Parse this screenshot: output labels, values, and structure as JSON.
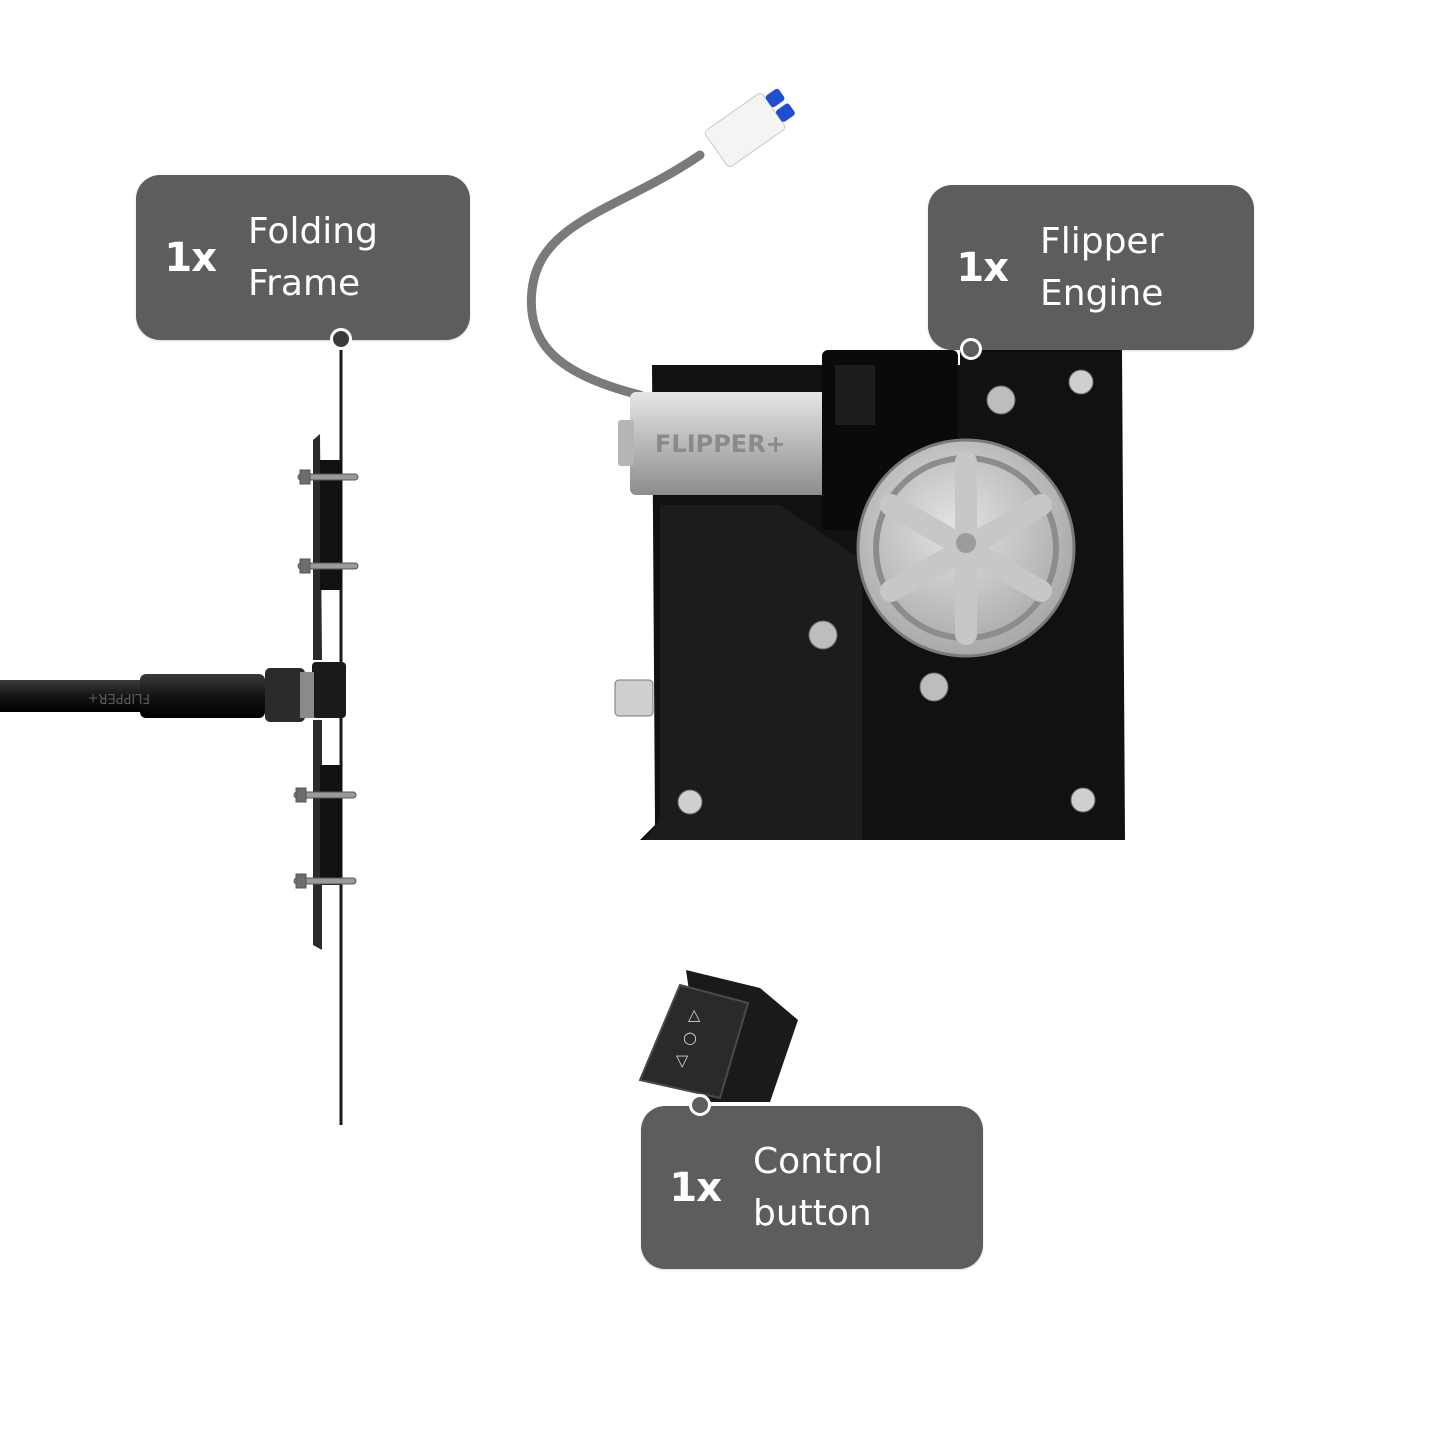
{
  "labels": {
    "folding_frame": {
      "qty": "1x",
      "line1": "Folding",
      "line2": "Frame"
    },
    "flipper_engine": {
      "qty": "1x",
      "line1": "Flipper",
      "line2": "Engine"
    },
    "control_button": {
      "qty": "1x",
      "line1": "Control",
      "line2": "button"
    }
  },
  "brand_marks": {
    "motor_logo": "FLIPPER+",
    "cable_logo": "FLIPPER+"
  },
  "colors": {
    "label_bg": "#5d5d5d",
    "label_text": "#ffffff",
    "plate": "#161616",
    "metal": "#c8c8c8",
    "connector_blue": "#1f4fd0"
  }
}
